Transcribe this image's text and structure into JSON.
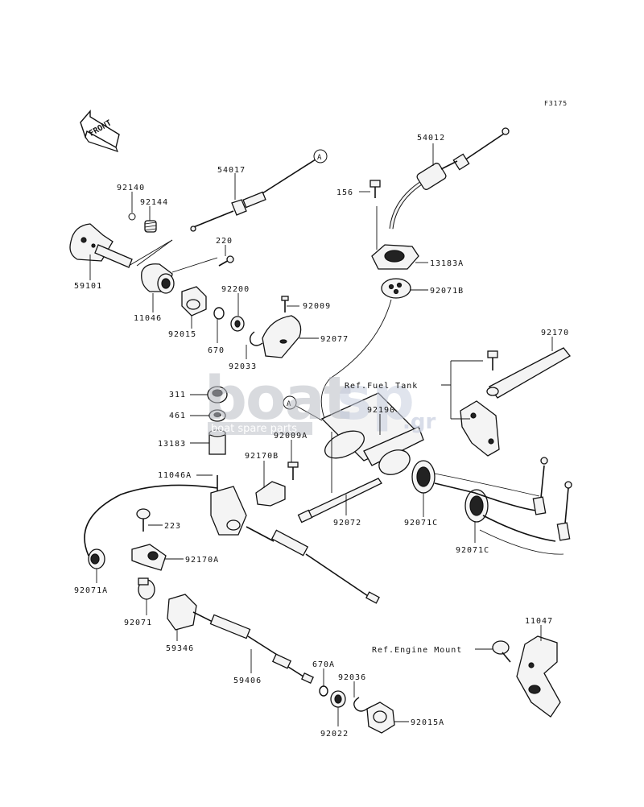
{
  "figure_code": "F3175",
  "front_label": "FRONT",
  "watermark": {
    "brand": "boat",
    "brand_sp": "sp",
    "domain": ".gr",
    "tagline": "boat spare parts"
  },
  "references": {
    "fuel_tank": "Ref.Fuel Tank",
    "engine_mount": "Ref.Engine Mount",
    "connector_a": "A"
  },
  "parts": {
    "p54017": "54017",
    "p92140": "92140",
    "p92144": "92144",
    "p220": "220",
    "p59101": "59101",
    "p11046": "11046",
    "p92200": "92200",
    "p92015": "92015",
    "p670": "670",
    "p92033": "92033",
    "p92009": "92009",
    "p92077": "92077",
    "p311": "311",
    "p461": "461",
    "p13183": "13183",
    "p92009A": "92009A",
    "p11046A": "11046A",
    "p92170B": "92170B",
    "p223": "223",
    "p92170A": "92170A",
    "p92071A": "92071A",
    "p92071": "92071",
    "p59346": "59346",
    "p59406": "59406",
    "p670A": "670A",
    "p92036": "92036",
    "p92022": "92022",
    "p92015A": "92015A",
    "p54012": "54012",
    "p156": "156",
    "p13183A": "13183A",
    "p92071B": "92071B",
    "p92170": "92170",
    "p92190": "92190",
    "p92072": "92072",
    "p92071C_1": "92071C",
    "p92071C_2": "92071C",
    "p11047": "11047"
  }
}
